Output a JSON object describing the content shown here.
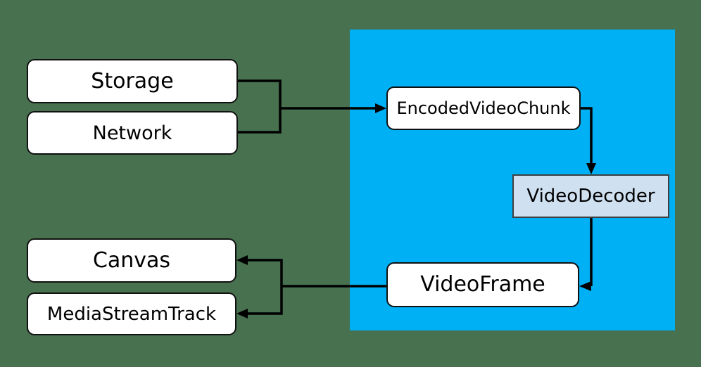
{
  "diagram": {
    "kind": "flowchart",
    "colors": {
      "background": "#47714F",
      "panel": "#00B0F5",
      "node_fill": "#FFFFFF",
      "node_border": "#111111",
      "decoder_fill": "#CFE0F1",
      "decoder_border": "#3F3F3F",
      "connector": "#000000",
      "text": "#000000"
    },
    "nodes": {
      "storage": {
        "label": "Storage"
      },
      "network": {
        "label": "Network"
      },
      "encoded_video_chunk": {
        "label": "EncodedVideoChunk"
      },
      "video_decoder": {
        "label": "VideoDecoder"
      },
      "video_frame": {
        "label": "VideoFrame"
      },
      "canvas": {
        "label": "Canvas"
      },
      "media_stream_track": {
        "label": "MediaStreamTrack"
      }
    },
    "edges": [
      {
        "from": "Storage",
        "to": "EncodedVideoChunk"
      },
      {
        "from": "Network",
        "to": "EncodedVideoChunk"
      },
      {
        "from": "EncodedVideoChunk",
        "to": "VideoDecoder"
      },
      {
        "from": "VideoDecoder",
        "to": "VideoFrame"
      },
      {
        "from": "VideoFrame",
        "to": "Canvas"
      },
      {
        "from": "VideoFrame",
        "to": "MediaStreamTrack"
      }
    ]
  }
}
